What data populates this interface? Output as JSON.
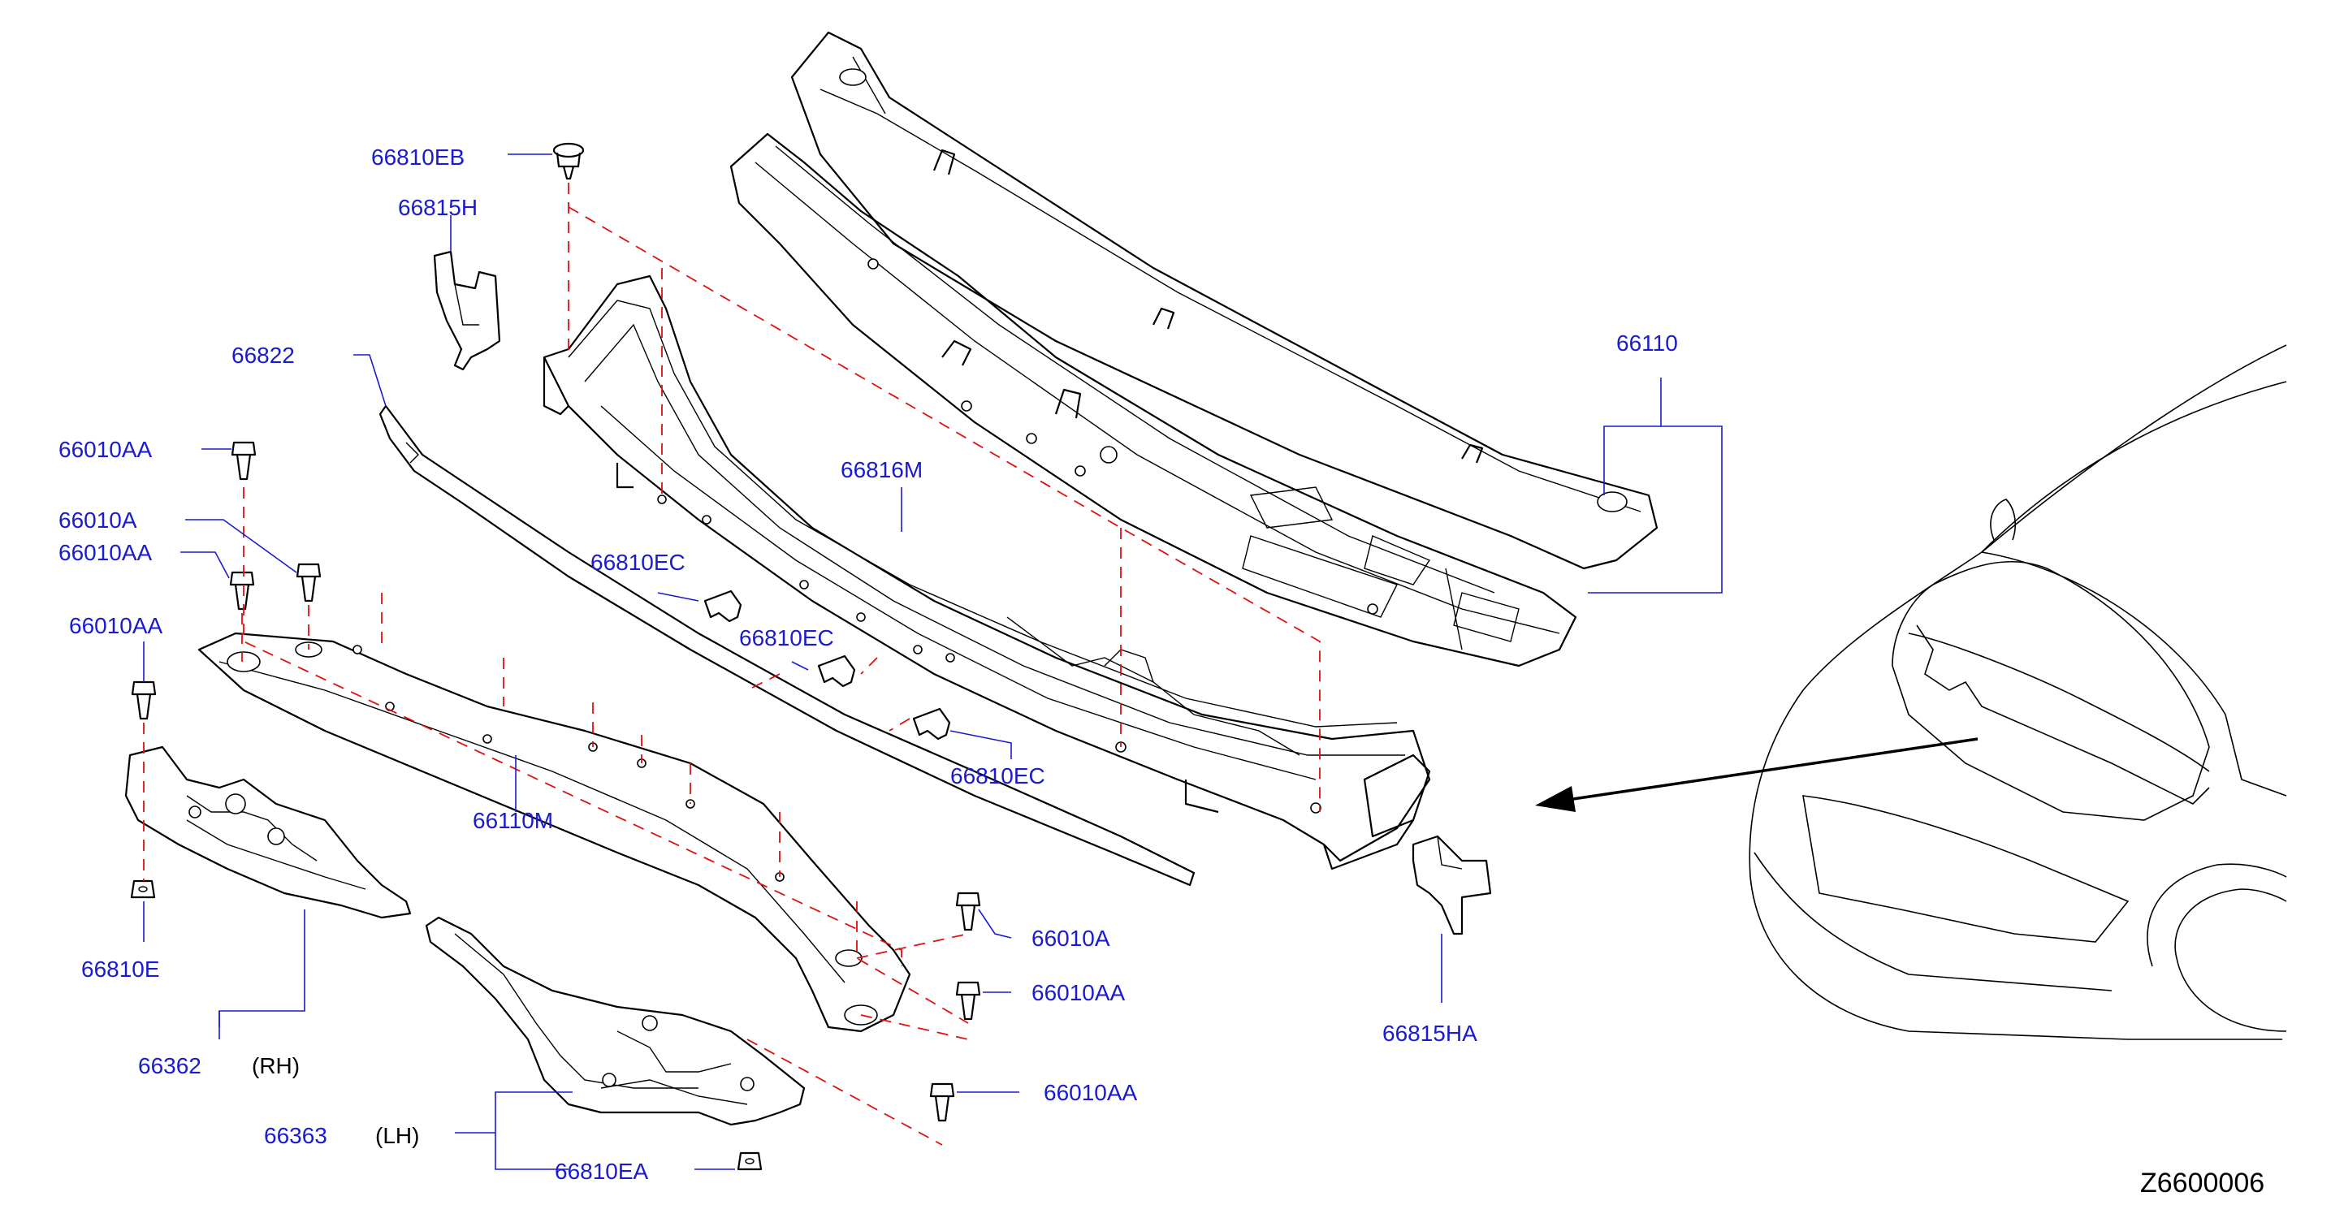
{
  "diagram_code": "Z6600006",
  "side_rh": "(RH)",
  "side_lh": "(LH)",
  "labels": {
    "p66810EB": "66810EB",
    "p66815H": "66815H",
    "p66822": "66822",
    "p66010AA_1": "66010AA",
    "p66010A_1": "66010A",
    "p66010AA_2": "66010AA",
    "p66010AA_3": "66010AA",
    "p66810E": "66810E",
    "p66362": "66362",
    "p66363": "66363",
    "p66810EA": "66810EA",
    "p66110M": "66110M",
    "p66816M": "66816M",
    "p66810EC_1": "66810EC",
    "p66810EC_2": "66810EC",
    "p66810EC_3": "66810EC",
    "p66110": "66110",
    "p66815HA": "66815HA",
    "p66010A_2": "66010A",
    "p66010AA_4": "66010AA",
    "p66010AA_5": "66010AA"
  },
  "colors": {
    "label": "#1a1ad0",
    "leader": "#1a1ad0",
    "dashed": "#e01010",
    "line": "#000000"
  }
}
